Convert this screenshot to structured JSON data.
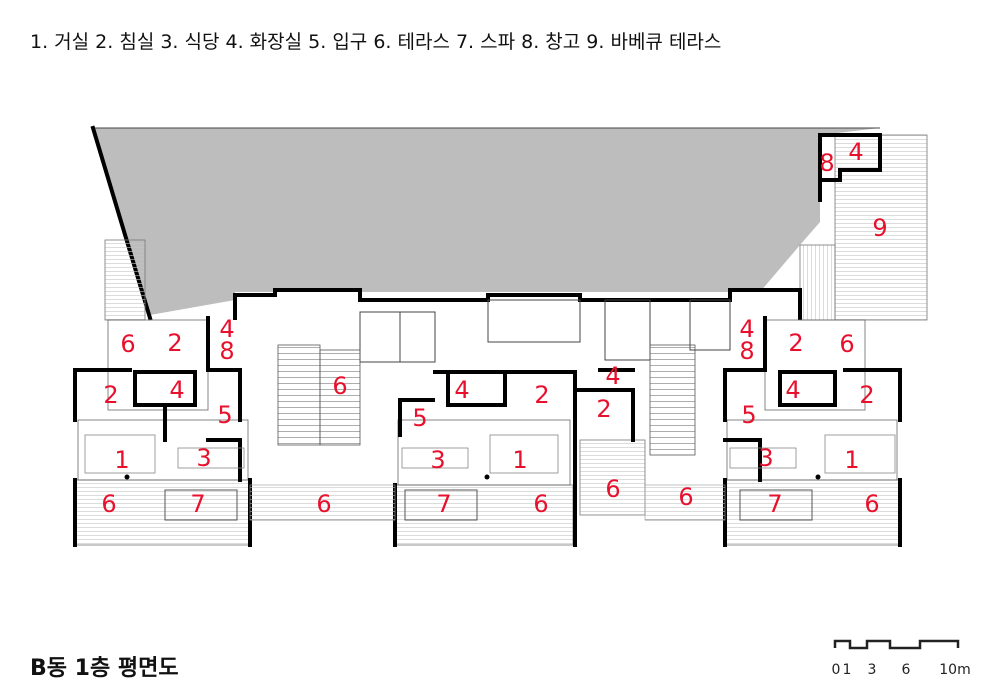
{
  "legend": "1. 거실  2. 침실  3. 식당  4. 화장실  5. 입구  6. 테라스  7. 스파  8. 창고  9. 바베큐 테라스",
  "title": "B동 1층 평면도",
  "scale_bar": {
    "ticks": [
      "0",
      "1",
      "3",
      "6",
      "10m"
    ]
  },
  "colors": {
    "room_number": "#e8112d",
    "roof": "#bdbdbd",
    "wall": "#000000"
  },
  "rooms": [
    {
      "id": "r9",
      "label": "9"
    },
    {
      "id": "r8a",
      "label": "8"
    },
    {
      "id": "r4a",
      "label": "4"
    },
    {
      "id": "r6a",
      "label": "6"
    },
    {
      "id": "r2a",
      "label": "2"
    },
    {
      "id": "r4b",
      "label": "4"
    },
    {
      "id": "r8b",
      "label": "8"
    },
    {
      "id": "r2b",
      "label": "2"
    },
    {
      "id": "r4c",
      "label": "4"
    },
    {
      "id": "r5a",
      "label": "5"
    },
    {
      "id": "r1a",
      "label": "1"
    },
    {
      "id": "r3a",
      "label": "3"
    },
    {
      "id": "r6b",
      "label": "6"
    },
    {
      "id": "r7a",
      "label": "7"
    },
    {
      "id": "r6c",
      "label": "6"
    },
    {
      "id": "r6d",
      "label": "6"
    },
    {
      "id": "r4d",
      "label": "4"
    },
    {
      "id": "r2c",
      "label": "2"
    },
    {
      "id": "r5b",
      "label": "5"
    },
    {
      "id": "r3b",
      "label": "3"
    },
    {
      "id": "r1b",
      "label": "1"
    },
    {
      "id": "r7b",
      "label": "7"
    },
    {
      "id": "r6e",
      "label": "6"
    },
    {
      "id": "r4e",
      "label": "4"
    },
    {
      "id": "r2d",
      "label": "2"
    },
    {
      "id": "r6f",
      "label": "6"
    },
    {
      "id": "r6g",
      "label": "6"
    },
    {
      "id": "r4f",
      "label": "4"
    },
    {
      "id": "r8c",
      "label": "8"
    },
    {
      "id": "r2e",
      "label": "2"
    },
    {
      "id": "r6h",
      "label": "6"
    },
    {
      "id": "r4g",
      "label": "4"
    },
    {
      "id": "r2f",
      "label": "2"
    },
    {
      "id": "r5c",
      "label": "5"
    },
    {
      "id": "r3c",
      "label": "3"
    },
    {
      "id": "r1c",
      "label": "1"
    },
    {
      "id": "r7c",
      "label": "7"
    },
    {
      "id": "r6i",
      "label": "6"
    }
  ]
}
